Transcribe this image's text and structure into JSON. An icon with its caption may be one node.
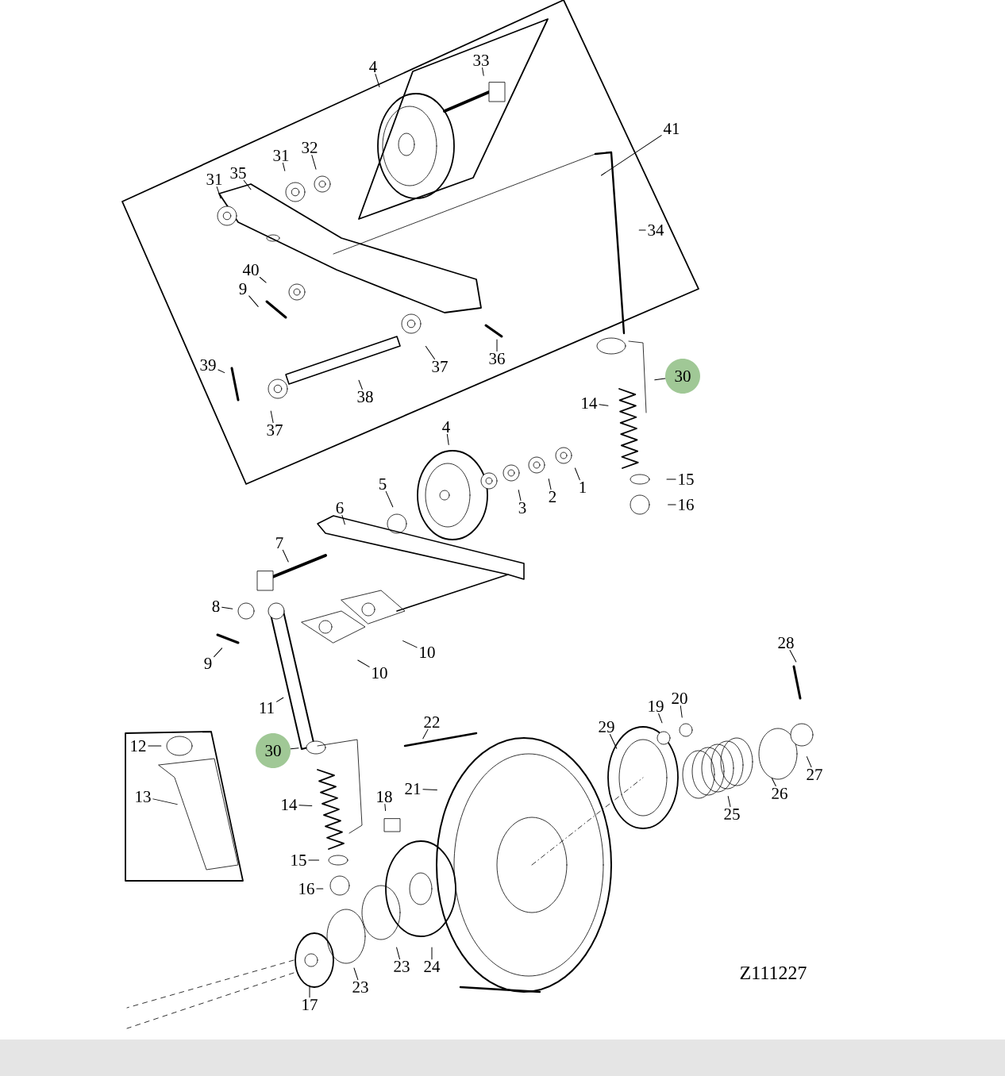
{
  "diagram": {
    "nodes": [
      {
        "text": [],
        "shape": "box"
      },
      {
        "text": [],
        "shape": "box",
        "in": 0
      },
      {
        "text": [
          "4"
        ]
      },
      {
        "text": [
          "33"
        ],
        "in": 1
      },
      {
        "text": [
          "31"
        ],
        "in": 0
      },
      {
        "text": [
          "35"
        ],
        "in": 0
      },
      {
        "text": [
          "31"
        ],
        "in": 0
      },
      {
        "text": [
          "32"
        ],
        "in": 0
      },
      {
        "text": [
          "40"
        ],
        "in": 0
      },
      {
        "text": [
          "9"
        ],
        "in": 0
      },
      {
        "text": [
          "39"
        ],
        "in": 0
      },
      {
        "text": [
          "37"
        ],
        "in": 0
      },
      {
        "text": [
          "38"
        ],
        "in": 0
      },
      {
        "text": [
          "37"
        ],
        "in": 0
      },
      {
        "text": [
          "36"
        ],
        "in": 0
      },
      {
        "text": [
          "41"
        ]
      },
      {
        "text": [
          "34"
        ],
        "in": 0
      },
      {
        "text": [
          "30"
        ]
      },
      {
        "text": [
          "14"
        ]
      },
      {
        "text": [
          "4"
        ]
      },
      {
        "text": [
          "1"
        ]
      },
      {
        "text": [
          "2"
        ]
      },
      {
        "text": [
          "3"
        ]
      },
      {
        "text": [
          "15"
        ]
      },
      {
        "text": [
          "16"
        ]
      },
      {
        "text": [
          "5"
        ]
      },
      {
        "text": [
          "6"
        ]
      },
      {
        "text": [
          "7"
        ]
      },
      {
        "text": [
          "8"
        ]
      },
      {
        "text": [
          "9"
        ]
      },
      {
        "text": [
          "10"
        ]
      },
      {
        "text": [
          "10"
        ]
      },
      {
        "text": [
          "11"
        ]
      },
      {
        "text": [
          "28"
        ]
      },
      {
        "text": [
          "20"
        ]
      },
      {
        "text": [
          "19"
        ]
      },
      {
        "text": [
          "22"
        ]
      },
      {
        "text": [
          "29"
        ]
      },
      {
        "text": [],
        "shape": "box"
      },
      {
        "text": [
          "12"
        ],
        "in": 38
      },
      {
        "text": [
          "13"
        ],
        "in": 38
      },
      {
        "text": [
          "30"
        ]
      },
      {
        "text": [
          "21"
        ]
      },
      {
        "text": [
          "18"
        ]
      },
      {
        "text": [
          "14"
        ]
      },
      {
        "text": [
          "27"
        ]
      },
      {
        "text": [
          "26"
        ]
      },
      {
        "text": [
          "25"
        ]
      },
      {
        "text": [
          "15"
        ]
      },
      {
        "text": [
          "16"
        ]
      },
      {
        "text": [
          "24"
        ]
      },
      {
        "text": [
          "23"
        ]
      },
      {
        "text": [
          "23"
        ]
      },
      {
        "text": [
          "17"
        ]
      }
    ],
    "edges": [
      {
        "from": 2,
        "to": null,
        "arrow": "none"
      },
      {
        "from": 3,
        "to": null,
        "arrow": "none"
      },
      {
        "from": 4,
        "to": null,
        "arrow": "none"
      },
      {
        "from": 5,
        "to": null,
        "arrow": "none"
      },
      {
        "from": 6,
        "to": null,
        "arrow": "none"
      },
      {
        "from": 7,
        "to": null,
        "arrow": "none"
      },
      {
        "from": 8,
        "to": null,
        "arrow": "none"
      },
      {
        "from": 9,
        "to": null,
        "arrow": "none"
      },
      {
        "from": 10,
        "to": null,
        "arrow": "none"
      },
      {
        "from": 11,
        "to": null,
        "arrow": "none"
      },
      {
        "from": 12,
        "to": null,
        "arrow": "none"
      },
      {
        "from": 13,
        "to": null,
        "arrow": "none"
      },
      {
        "from": 14,
        "to": null,
        "arrow": "none"
      },
      {
        "from": 15,
        "to": 0,
        "arrow": "none"
      },
      {
        "from": 16,
        "to": null,
        "arrow": "none"
      },
      {
        "from": 17,
        "to": null,
        "arrow": "none"
      },
      {
        "from": 18,
        "to": null,
        "arrow": "none"
      },
      {
        "from": 19,
        "to": null,
        "arrow": "none"
      },
      {
        "from": 20,
        "to": null,
        "arrow": "none"
      },
      {
        "from": 21,
        "to": null,
        "arrow": "none"
      },
      {
        "from": 22,
        "to": null,
        "arrow": "none"
      },
      {
        "from": 23,
        "to": null,
        "arrow": "none"
      },
      {
        "from": 24,
        "to": null,
        "arrow": "none"
      },
      {
        "from": 25,
        "to": null,
        "arrow": "none"
      },
      {
        "from": 26,
        "to": null,
        "arrow": "none"
      },
      {
        "from": 27,
        "to": null,
        "arrow": "none"
      },
      {
        "from": 28,
        "to": null,
        "arrow": "none"
      },
      {
        "from": 29,
        "to": null,
        "arrow": "none"
      },
      {
        "from": 30,
        "to": null,
        "arrow": "none"
      },
      {
        "from": 31,
        "to": null,
        "arrow": "none"
      },
      {
        "from": 32,
        "to": null,
        "arrow": "none"
      },
      {
        "from": 33,
        "to": null,
        "arrow": "none"
      },
      {
        "from": 34,
        "to": null,
        "arrow": "none"
      },
      {
        "from": 35,
        "to": null,
        "arrow": "none"
      },
      {
        "from": 36,
        "to": null,
        "arrow": "none"
      },
      {
        "from": 37,
        "to": null,
        "arrow": "none"
      },
      {
        "from": 39,
        "to": null,
        "arrow": "none"
      },
      {
        "from": 40,
        "to": null,
        "arrow": "none"
      },
      {
        "from": 41,
        "to": null,
        "arrow": "none"
      },
      {
        "from": 42,
        "to": null,
        "arrow": "none"
      },
      {
        "from": 43,
        "to": null,
        "arrow": "none"
      },
      {
        "from": 44,
        "to": null,
        "arrow": "none"
      },
      {
        "from": 45,
        "to": null,
        "arrow": "none"
      },
      {
        "from": 46,
        "to": null,
        "arrow": "none"
      },
      {
        "from": 47,
        "to": null,
        "arrow": "none"
      },
      {
        "from": 48,
        "to": null,
        "arrow": "none"
      },
      {
        "from": 49,
        "to": null,
        "arrow": "none"
      },
      {
        "from": 50,
        "to": null,
        "arrow": "none"
      },
      {
        "from": 51,
        "to": null,
        "arrow": "none"
      },
      {
        "from": 52,
        "to": null,
        "arrow": "none"
      },
      {
        "from": 53,
        "to": null,
        "arrow": "none"
      }
    ],
    "labels": [
      "Z111227"
    ]
  }
}
